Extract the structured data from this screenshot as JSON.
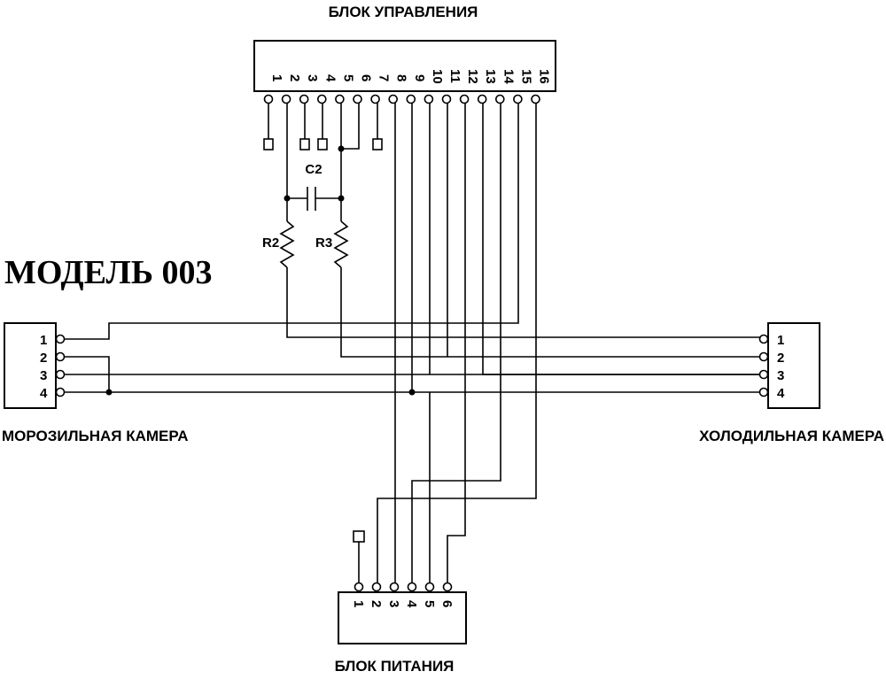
{
  "model_title": "МОДЕЛЬ 003",
  "control_unit": {
    "title": "БЛОК УПРАВЛЕНИЯ",
    "pins": [
      "1",
      "2",
      "3",
      "4",
      "5",
      "6",
      "7",
      "8",
      "9",
      "10",
      "11",
      "12",
      "13",
      "14",
      "15",
      "16"
    ]
  },
  "freezer": {
    "title": "МОРОЗИЛЬНАЯ КАМЕРА",
    "pins": [
      "1",
      "2",
      "3",
      "4"
    ]
  },
  "fridge": {
    "title": "ХОЛОДИЛЬНАЯ  КАМЕРА",
    "pins": [
      "1",
      "2",
      "3",
      "4"
    ]
  },
  "power_unit": {
    "title": "БЛОК ПИТАНИЯ",
    "pins": [
      "1",
      "2",
      "3",
      "4",
      "5",
      "6"
    ]
  },
  "components": {
    "capacitor": "C2",
    "resistor_left": "R2",
    "resistor_right": "R3"
  }
}
